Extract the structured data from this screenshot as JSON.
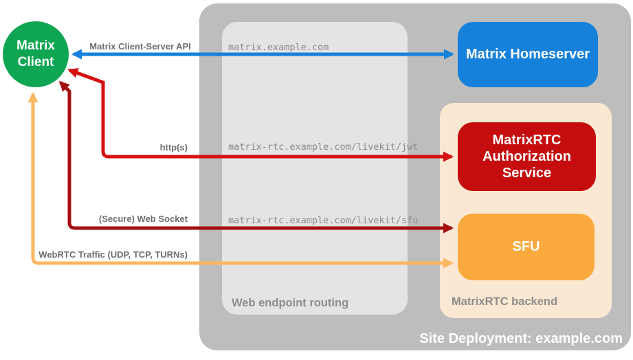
{
  "colors": {
    "green": "#0EA652",
    "blue": "#1581DB",
    "red": "#C50D0E",
    "bright_red": "#D51011",
    "dark_red": "#A30F10",
    "orange": "#F9A93D",
    "orange_light": "#FBB761",
    "peach": "#FBE8D2",
    "outer_gray": "#BDBDBD",
    "inner_gray": "#E4E4E4",
    "label_gray": "#6E6E6E",
    "caption_gray": "#8D8D8D",
    "mono_gray": "#8A8A8A"
  },
  "nodes": {
    "client": {
      "label": "Matrix Client"
    },
    "homeserver": {
      "label": "Matrix Homeserver"
    },
    "auth_service": {
      "label": "MatrixRTC Authorization Service"
    },
    "sfu": {
      "label": "SFU"
    }
  },
  "containers": {
    "site": {
      "label": "Site Deployment: example.com"
    },
    "routing": {
      "label": "Web endpoint routing"
    },
    "backend": {
      "label": "MatrixRTC backend"
    }
  },
  "edges": [
    {
      "label": "Matrix Client-Server API",
      "from": "Matrix Client",
      "to": "Matrix Homeserver",
      "color": "blue",
      "bidirectional": true
    },
    {
      "label": "http(s)",
      "from": "Matrix Client",
      "to": "MatrixRTC Authorization Service",
      "color": "bright_red",
      "bidirectional": false
    },
    {
      "label": "(Secure) Web Socket",
      "from": "Matrix Client",
      "to": "SFU",
      "color": "dark_red",
      "bidirectional": false
    },
    {
      "label": "WebRTC Traffic (UDP, TCP, TURNs)",
      "from": "Matrix Client",
      "to": "SFU",
      "color": "orange_light",
      "bidirectional": false
    }
  ],
  "endpoints": [
    "matrix.example.com",
    "matrix-rtc.example.com/livekit/jwt",
    "matrix-rtc.example.com/livekit/sfu"
  ]
}
